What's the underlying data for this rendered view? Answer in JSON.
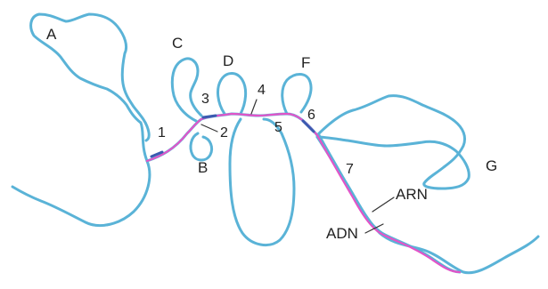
{
  "colors": {
    "background": "#ffffff",
    "outline": "#5ab3d7",
    "highlight": "#e254c8",
    "text": "#222222",
    "leader": "#333333"
  },
  "labels": {
    "A": "A",
    "B": "B",
    "C": "C",
    "D": "D",
    "F": "F",
    "G": "G",
    "n1": "1",
    "n2": "2",
    "n3": "3",
    "n4": "4",
    "n5": "5",
    "n6": "6",
    "n7": "7",
    "arn": "ARN",
    "adn": "ADN"
  }
}
